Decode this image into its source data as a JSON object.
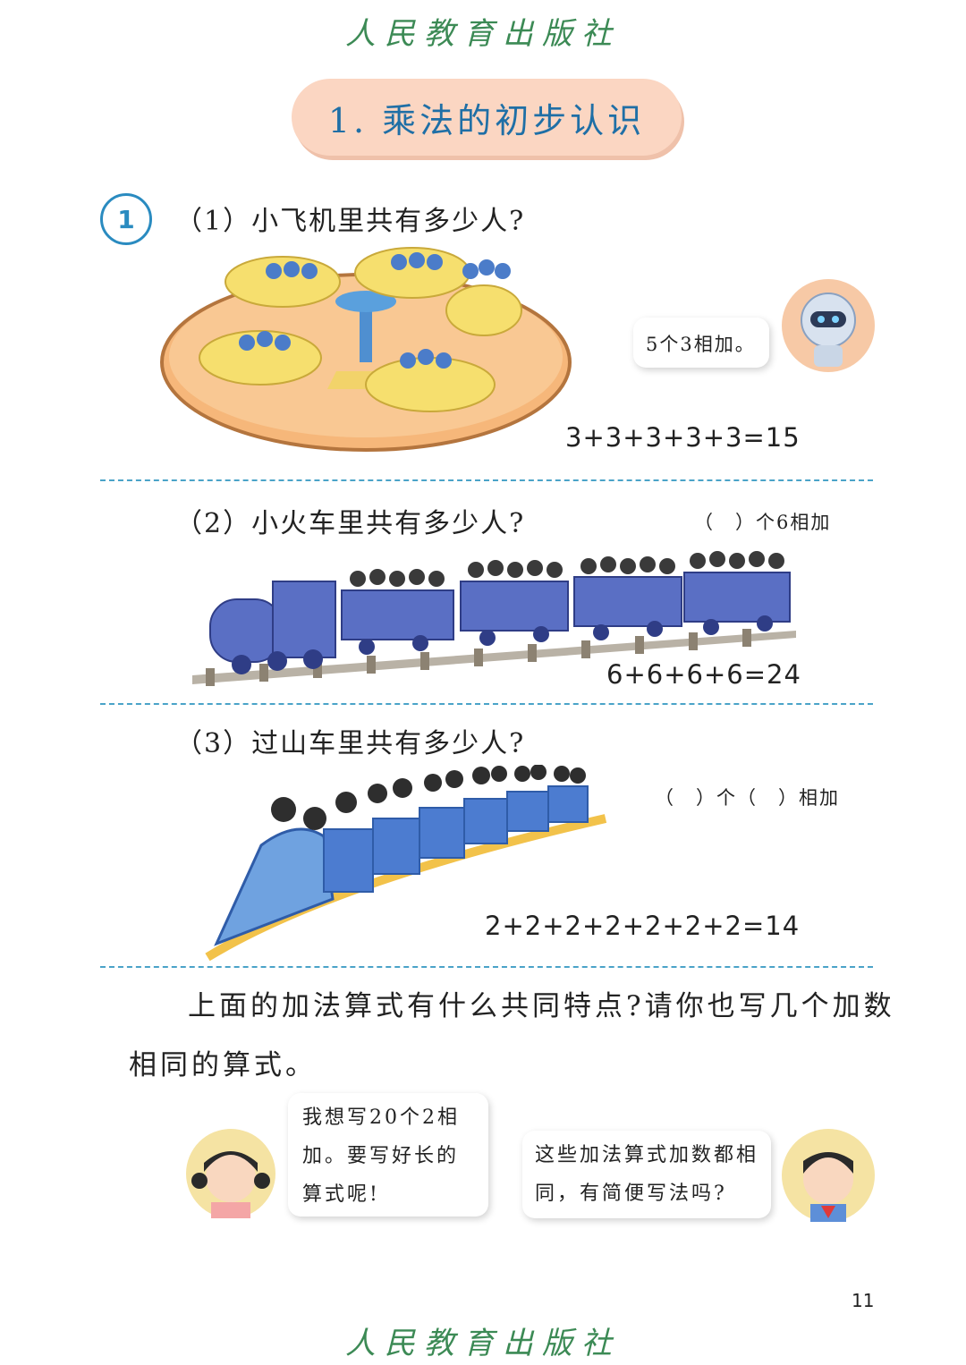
{
  "publisher": "人民教育出版社",
  "title": "1. 乘法的初步认识",
  "problem_number": "1",
  "q1": {
    "text": "（1）小飞机里共有多少人?",
    "equation": "3+3+3+3+3=15",
    "robot_bubble": "5个3相加。"
  },
  "q2": {
    "text": "（2）小火车里共有多少人?",
    "hint": "（　）个6相加",
    "equation": "6+6+6+6=24"
  },
  "q3": {
    "text": "（3）过山车里共有多少人?",
    "hint": "（　）个（　）相加",
    "equation": "2+2+2+2+2+2+2=14"
  },
  "paragraph": {
    "line1": "上面的加法算式有什么共同特点?请你也写几个加数",
    "line2": "相同的算式。"
  },
  "girl_bubble": {
    "line1": "我想写20个2相",
    "line2": "加。要写好长的",
    "line3": "算式呢!"
  },
  "boy_bubble": {
    "line1": "这些加法算式加数都相",
    "line2": "同，有简便写法吗?"
  },
  "page_number": "11",
  "colors": {
    "accent_blue": "#2a8bc0",
    "pill": "#fbd6c2",
    "publisher_green": "#3c8a55",
    "divider": "#4aa3c8"
  }
}
